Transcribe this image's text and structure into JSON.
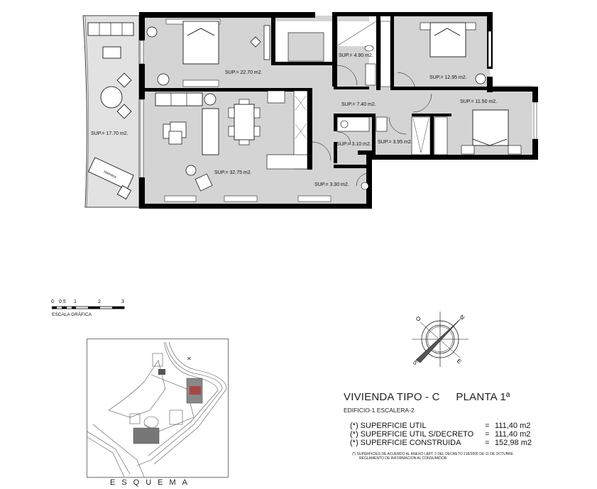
{
  "floor_plan": {
    "rooms": [
      {
        "id": "bedroom-main",
        "label": "SUP.= 22.70 m2."
      },
      {
        "id": "living-dining",
        "label": "SUP.= 32.75 m2."
      },
      {
        "id": "terrace",
        "label": "SUP.= 17.70 m2."
      },
      {
        "id": "bathroom-1",
        "label": "SUP.= 4.90 m2."
      },
      {
        "id": "bedroom-2",
        "label": "SUP.= 12.95 m2."
      },
      {
        "id": "bedroom-3",
        "label": "SUP.= 11.50 m2."
      },
      {
        "id": "hall",
        "label": "SUP.= 7.40 m2."
      },
      {
        "id": "laundry",
        "label": "SUP.= 3.10 m2."
      },
      {
        "id": "bathroom-2",
        "label": "SUP.= 3.95 m2."
      },
      {
        "id": "entrance",
        "label": "SUP.= 3.30 m2."
      }
    ],
    "furniture_labels": {
      "hammock": "Hamaca"
    }
  },
  "scale_bar": {
    "ticks": [
      "0",
      "0.5",
      "1",
      "2",
      "3"
    ],
    "label": "ESCALA GRÁFICA"
  },
  "compass": {
    "labels": {
      "n": "N",
      "s": "S",
      "e": "E",
      "o": "O"
    }
  },
  "site_plan": {
    "label": "ESQUEMA",
    "highlight_color": "#b03030"
  },
  "title_block": {
    "title_left": "VIVIENDA TIPO - C",
    "title_right": "PLANTA 1ª",
    "subtitle": "EDIFICIO-1   ESCALERA-2",
    "areas": [
      {
        "label": "(*) SUPERFICIE  UTIL",
        "eq": "=",
        "value": "111,40 m2"
      },
      {
        "label": "(*) SUPERFICIE  UTIL S/DECRETO",
        "eq": "=",
        "value": "111,40 m2"
      },
      {
        "label": "(*) SUPERFICIE  CONSTRUIDA",
        "eq": "=",
        "value": "152,98 m2"
      }
    ],
    "note_line1": "(*) SUPERFICIES DE ACUERDO AL ANEXO I ART. 2 DEL DECRETO 218/2005 DE 11 DE OCTUBRE",
    "note_line2": "REGLAMENTO DE INFORMACION AL CONSUMIDOR."
  },
  "colors": {
    "floor": "#d4d4d4",
    "wall": "#000000",
    "terrace": "#e2e2e2"
  }
}
